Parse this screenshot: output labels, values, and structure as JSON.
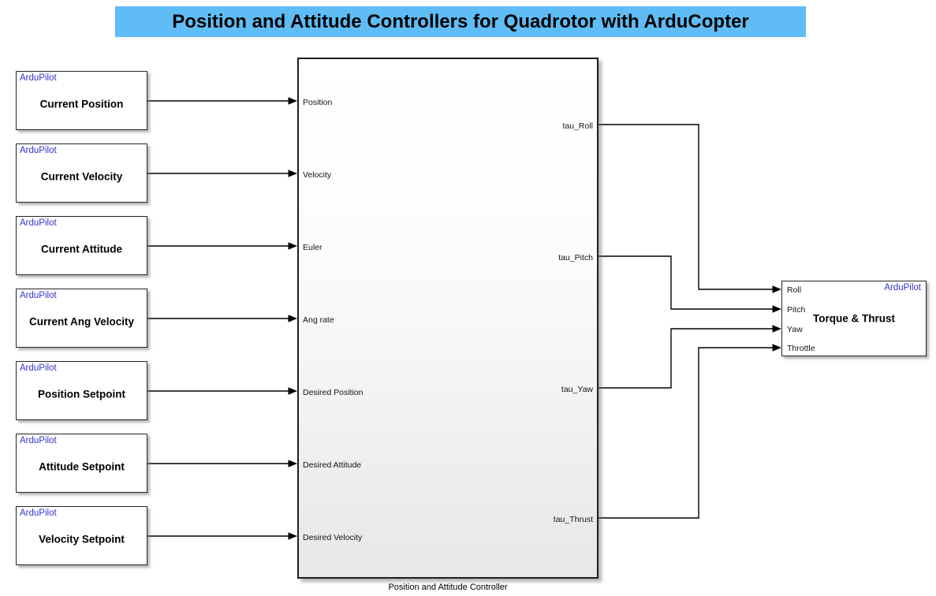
{
  "banner": {
    "text": "Position and Attitude Controllers for Quadrotor with ArduCopter",
    "bg_color": "#5FBCF5",
    "text_color": "#000000"
  },
  "source_blocks": [
    {
      "tag": "ArduPilot",
      "title": "Current Position"
    },
    {
      "tag": "ArduPilot",
      "title": "Current Velocity"
    },
    {
      "tag": "ArduPilot",
      "title": "Current Attitude"
    },
    {
      "tag": "ArduPilot",
      "title": "Current Ang Velocity"
    },
    {
      "tag": "ArduPilot",
      "title": "Position Setpoint"
    },
    {
      "tag": "ArduPilot",
      "title": "Attitude Setpoint"
    },
    {
      "tag": "ArduPilot",
      "title": "Velocity Setpoint"
    }
  ],
  "controller": {
    "caption": "Position and Attitude Controller",
    "input_ports": [
      "Position",
      "Velocity",
      "Euler",
      "Ang rate",
      "Desired Position",
      "Desired Attitude",
      "Desired Velocity"
    ],
    "output_ports": [
      "tau_Roll",
      "tau_Pitch",
      "tau_Yaw",
      "tau_Thrust"
    ]
  },
  "torque_thrust_block": {
    "tag": "ArduPilot",
    "title": "Torque & Thrust",
    "input_ports": [
      "Roll",
      "Pitch",
      "Yaw",
      "Throttle"
    ]
  },
  "colors": {
    "ardupilot_blue": "#3333CC",
    "banner_blue": "#5FBCF5",
    "wire_black": "#000000",
    "block_border": "#262626",
    "preview_gray": "#C9C9C9"
  }
}
